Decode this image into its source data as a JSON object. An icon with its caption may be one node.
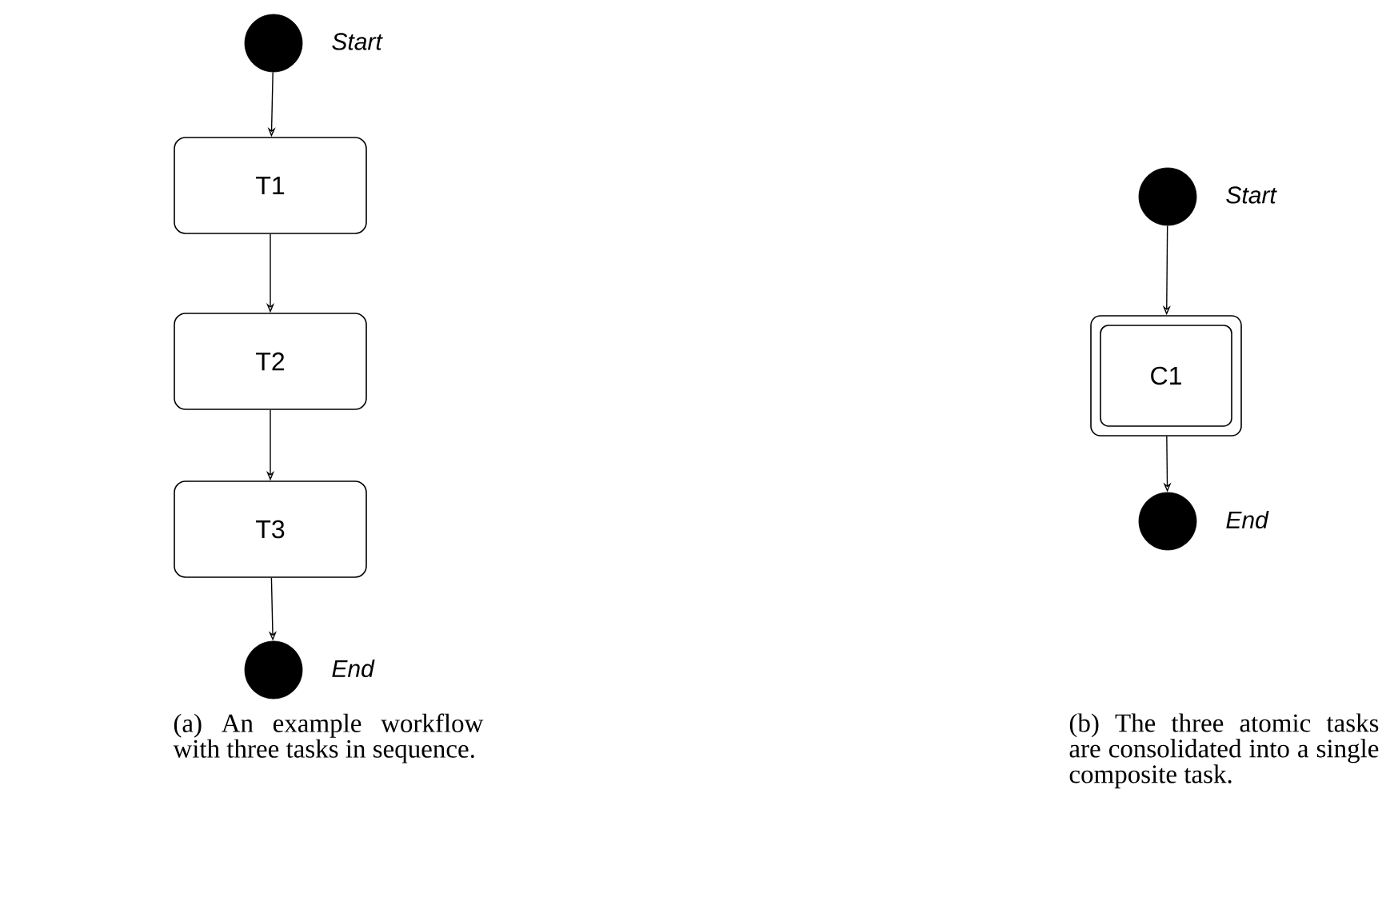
{
  "diagram": {
    "nodes": [
      {
        "text": [],
        "shape": "circle",
        "beside": [
          "Start"
        ]
      },
      {
        "text": [
          "T1"
        ]
      },
      {
        "text": [
          "T2"
        ]
      },
      {
        "text": [
          "T3"
        ]
      },
      {
        "text": [],
        "shape": "circle",
        "beside": [
          "End"
        ]
      },
      {
        "text": [],
        "shape": "circle",
        "beside": [
          "Start"
        ]
      },
      {
        "text": [
          "C1"
        ]
      },
      {
        "text": [],
        "shape": "circle",
        "beside": [
          "End"
        ]
      }
    ],
    "edges": [
      {
        "from": 0,
        "to": 1,
        "arrow": "to"
      },
      {
        "from": 1,
        "to": 2,
        "arrow": "to"
      },
      {
        "from": 2,
        "to": 3,
        "arrow": "to"
      },
      {
        "from": 3,
        "to": 4,
        "arrow": "to"
      },
      {
        "from": 5,
        "to": 6,
        "arrow": "to"
      },
      {
        "from": 6,
        "to": 7,
        "arrow": "to"
      }
    ],
    "labels": [
      "(a) An example workflow with three tasks in sequence.",
      "(b) The three atomic tasks are consolidated into a single composite task."
    ]
  }
}
